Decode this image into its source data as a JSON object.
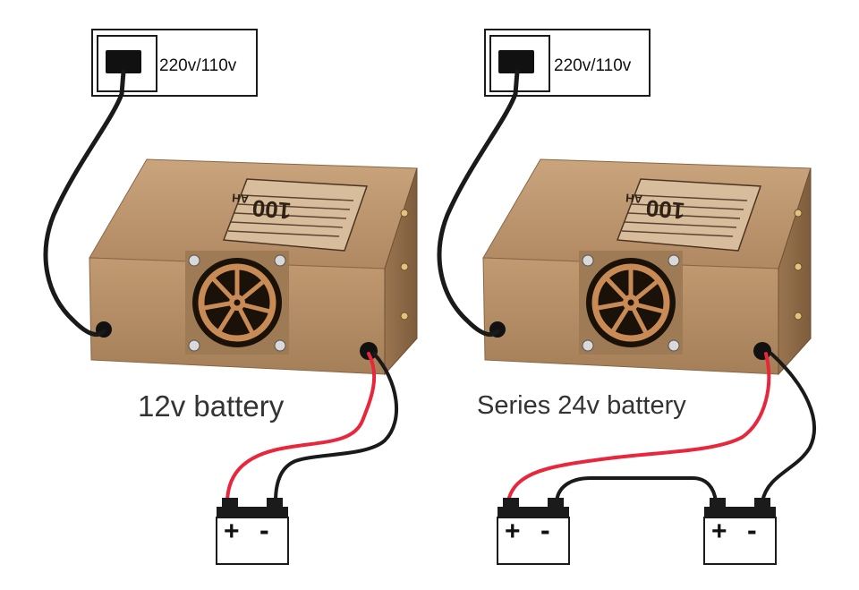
{
  "left_panel": {
    "socket_label": "220v/110v",
    "caption": "12v battery",
    "device_label": "100",
    "device_unit": "AH",
    "battery": {
      "plus": "+",
      "minus": "-"
    }
  },
  "right_panel": {
    "socket_label": "220v/110v",
    "caption": "Series 24v battery",
    "device_label": "100",
    "device_unit": "AH",
    "battery_1": {
      "plus": "+",
      "minus": "-"
    },
    "battery_2": {
      "plus": "+",
      "minus": "-"
    }
  },
  "colors": {
    "wire_red": "#e8263c",
    "wire_black": "#1a1a1a",
    "charger_body": "#b88d63",
    "charger_shade": "#8f6a45",
    "fan_copper": "#c98b55"
  }
}
